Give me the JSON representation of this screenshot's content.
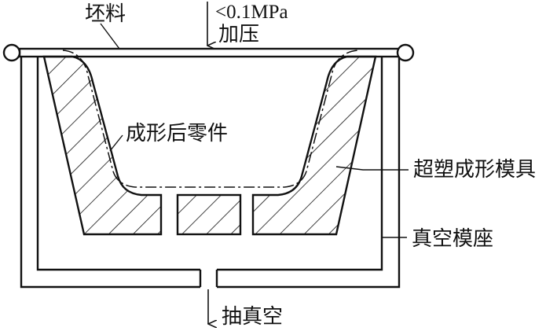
{
  "labels": {
    "blank": "坯料",
    "pressure_value": "<0.1MPa",
    "pressurize": "加压",
    "formed_part": "成形后零件",
    "sp_die": "超塑成形模具",
    "vacuum_base": "真空模座",
    "vacuum_pump": "抽真空"
  },
  "colors": {
    "stroke": "#111111",
    "background": "#ffffff"
  }
}
